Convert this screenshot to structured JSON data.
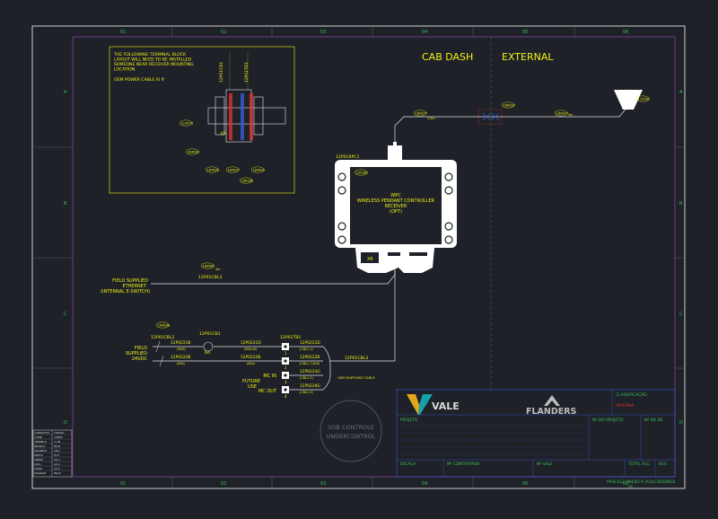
{
  "columns": [
    "01",
    "02",
    "03",
    "04",
    "05",
    "06"
  ],
  "rows": [
    "A",
    "B",
    "C",
    "D"
  ],
  "headers": {
    "cab_dash": "CAB DASH",
    "external": "EXTERNAL"
  },
  "note_lines": [
    "THE FOLLOWING TERMINAL BLOCK",
    "LAYOUT WILL NEED TO BE INSTALLED",
    "SOMEONE NEAR RECEIVER MOUNTING",
    "LOCATION.",
    "",
    "OEM POWER CABLE IS 9'"
  ],
  "terminal_labels": {
    "tb1": "12P01CB1",
    "tb2": "12P01TB1"
  },
  "parts": {
    "p119074": "119074",
    "p164633": "164633",
    "p164626": "164626",
    "p164627": "164627",
    "p164616": "164616",
    "p166189": "166189",
    "p105362": "105362",
    "p160677a": "160677",
    "p160677b": "160677",
    "p168937": "168937",
    "p160677c": "160677",
    "p113562": "113562",
    "p164605": "164605",
    "p164636": "164636"
  },
  "fuse_label": "6A",
  "fuse_label2": "6A",
  "lengths": {
    "l1": "1.0m",
    "l2": "3m"
  },
  "receiver": {
    "ref": "12P01RPC1",
    "lines": [
      "WPC",
      "WIRELESS PENDANT CONTROLLER",
      "RECEIVER",
      "(OPT)"
    ],
    "connector": "X6"
  },
  "ethernet": {
    "length": "3m",
    "cable": "12P01CBL3",
    "label_lines": [
      "FIELD SUPPLIED",
      "ETHERNET",
      "(INTERNAL E-SWITCH)"
    ]
  },
  "power": {
    "cable": "12P01CBL2",
    "cb": "12P01CB1",
    "label_lines": [
      "FIELD",
      "SUPPLIED",
      "24VDC"
    ],
    "w1": "12P0221B",
    "w1s": "(RED)",
    "w2": "12P0222B",
    "w2s": "(BLK)",
    "w3": "12P0221D",
    "w3s": "(RED-W)",
    "w4": "12P0222B",
    "w4s": "(BLK)",
    "tb": "12P01TB1",
    "w5": "12P0221D",
    "w5s": "(CBL1-1)",
    "w6": "12P0222B",
    "w6s": "(CBL1-7,BLK)",
    "w7": "12P0223G",
    "w7s": "(CBL1-2)",
    "w8": "12P0224G",
    "w8s": "(CBL1-3)",
    "term_nums": [
      "1",
      "2",
      "3",
      "4"
    ],
    "mc_in": "MC IN",
    "future_lines": [
      "FUTURE",
      "USE"
    ],
    "mc_out": "MC OUT",
    "oem_cable": "12P01CBL3",
    "oem_label": "OEM SUPPLIED CABLE"
  },
  "stamp": {
    "line1": "SOB CONTROLE",
    "line2": "UNDERCONTROL"
  },
  "rev_table": {
    "headers": [
      "CONDUTOR",
      "CÓDIGO"
    ],
    "rows": [
      [
        "COND",
        "CORES"
      ],
      [
        "VERMELH",
        "V,VM"
      ],
      [
        "BRANCO",
        "BR,B"
      ],
      [
        "AMARELO",
        "AM,A"
      ],
      [
        "PRETO",
        "PT,P"
      ],
      [
        "VERDE",
        "VD,V"
      ],
      [
        "AZUL",
        "AZ,A"
      ],
      [
        "CINZA",
        "CZ,C"
      ],
      [
        "MARROM",
        "MR,M"
      ]
    ]
  },
  "title_block": {
    "logo_vale": "VALE",
    "logo_flanders": "FLANDERS",
    "classificacao": "CLASSIFICAÇÃO",
    "classificacao_value": "INTERNA",
    "projeto": "PROJETO",
    "n_projeto": "Nº DO PROJETO",
    "n_de": "Nº DA DE",
    "escala": "ESCALA",
    "n_contratada": "Nº CONTRATADA",
    "n_vale": "Nº VALE",
    "total_fls": "TOTAL FLS.",
    "rev": "REV.",
    "doc_ref": "PR-B-022 ANEXO II (A3)(CADERNO)",
    "doc_ref2": "DE"
  },
  "colors": {
    "background": "#1e2128",
    "border": "#d8d8d8",
    "inner_border": "#6f3a86",
    "wire": "#e6e6e6",
    "label": "#f1f115",
    "green": "#2fc24a",
    "red": "#e03131",
    "blue": "#3a5bd9",
    "cyan": "#28b6ef",
    "frame_text": "#3ac057"
  }
}
